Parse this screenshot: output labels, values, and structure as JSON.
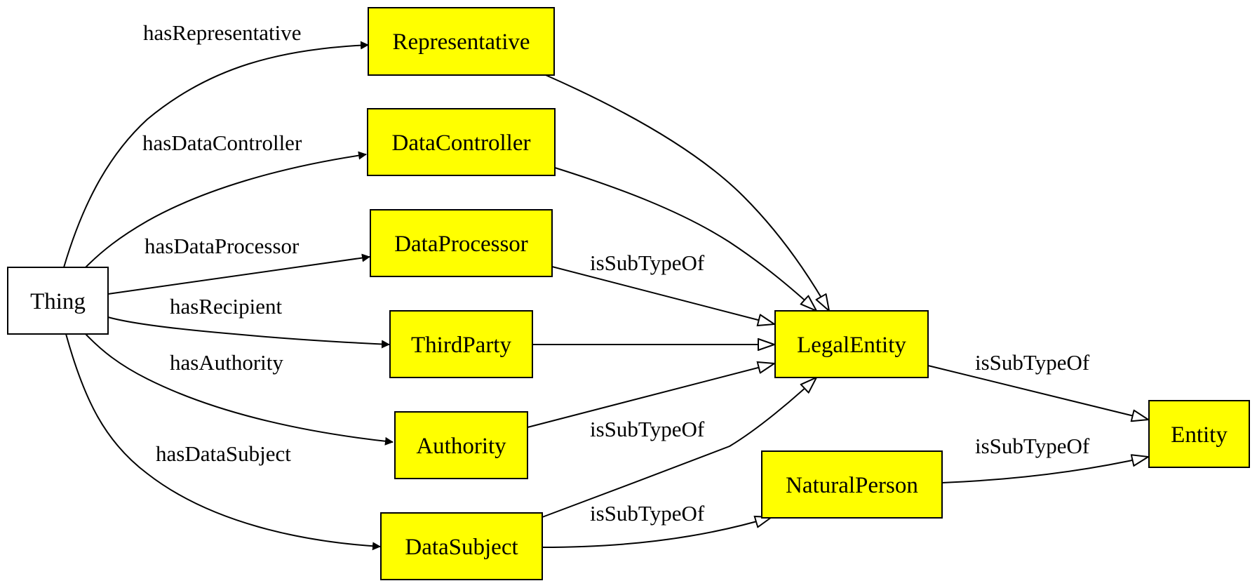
{
  "colors": {
    "class_fill": "#ffff00",
    "root_fill": "#ffffff",
    "stroke": "#000000"
  },
  "nodes": {
    "thing": {
      "label": "Thing"
    },
    "representative": {
      "label": "Representative"
    },
    "datacontroller": {
      "label": "DataController"
    },
    "dataprocessor": {
      "label": "DataProcessor"
    },
    "thirdparty": {
      "label": "ThirdParty"
    },
    "authority": {
      "label": "Authority"
    },
    "datasubject": {
      "label": "DataSubject"
    },
    "legalentity": {
      "label": "LegalEntity"
    },
    "naturalperson": {
      "label": "NaturalPerson"
    },
    "entity": {
      "label": "Entity"
    }
  },
  "edges": {
    "has_representative": {
      "label": "hasRepresentative",
      "from": "Thing",
      "to": "Representative",
      "arrow": "filled"
    },
    "has_data_controller": {
      "label": "hasDataController",
      "from": "Thing",
      "to": "DataController",
      "arrow": "filled"
    },
    "has_data_processor": {
      "label": "hasDataProcessor",
      "from": "Thing",
      "to": "DataProcessor",
      "arrow": "filled"
    },
    "has_recipient": {
      "label": "hasRecipient",
      "from": "Thing",
      "to": "ThirdParty",
      "arrow": "filled"
    },
    "has_authority": {
      "label": "hasAuthority",
      "from": "Thing",
      "to": "Authority",
      "arrow": "filled"
    },
    "has_data_subject": {
      "label": "hasDataSubject",
      "from": "Thing",
      "to": "DataSubject",
      "arrow": "filled"
    },
    "representative_subtype": {
      "label": "",
      "from": "Representative",
      "to": "LegalEntity",
      "arrow": "hollow"
    },
    "datacontroller_subtype": {
      "label": "",
      "from": "DataController",
      "to": "LegalEntity",
      "arrow": "hollow"
    },
    "dataprocessor_subtype": {
      "label": "isSubTypeOf",
      "from": "DataProcessor",
      "to": "LegalEntity",
      "arrow": "hollow"
    },
    "thirdparty_subtype": {
      "label": "",
      "from": "ThirdParty",
      "to": "LegalEntity",
      "arrow": "hollow"
    },
    "authority_subtype": {
      "label": "isSubTypeOf",
      "from": "Authority",
      "to": "LegalEntity",
      "arrow": "hollow"
    },
    "datasubject_legalentity_subtype": {
      "label": "",
      "from": "DataSubject",
      "to": "LegalEntity",
      "arrow": "hollow"
    },
    "datasubject_naturalperson_subtype": {
      "label": "isSubTypeOf",
      "from": "DataSubject",
      "to": "NaturalPerson",
      "arrow": "hollow"
    },
    "legalentity_subtype": {
      "label": "isSubTypeOf",
      "from": "LegalEntity",
      "to": "Entity",
      "arrow": "hollow"
    },
    "naturalperson_subtype": {
      "label": "isSubTypeOf",
      "from": "NaturalPerson",
      "to": "Entity",
      "arrow": "hollow"
    }
  }
}
